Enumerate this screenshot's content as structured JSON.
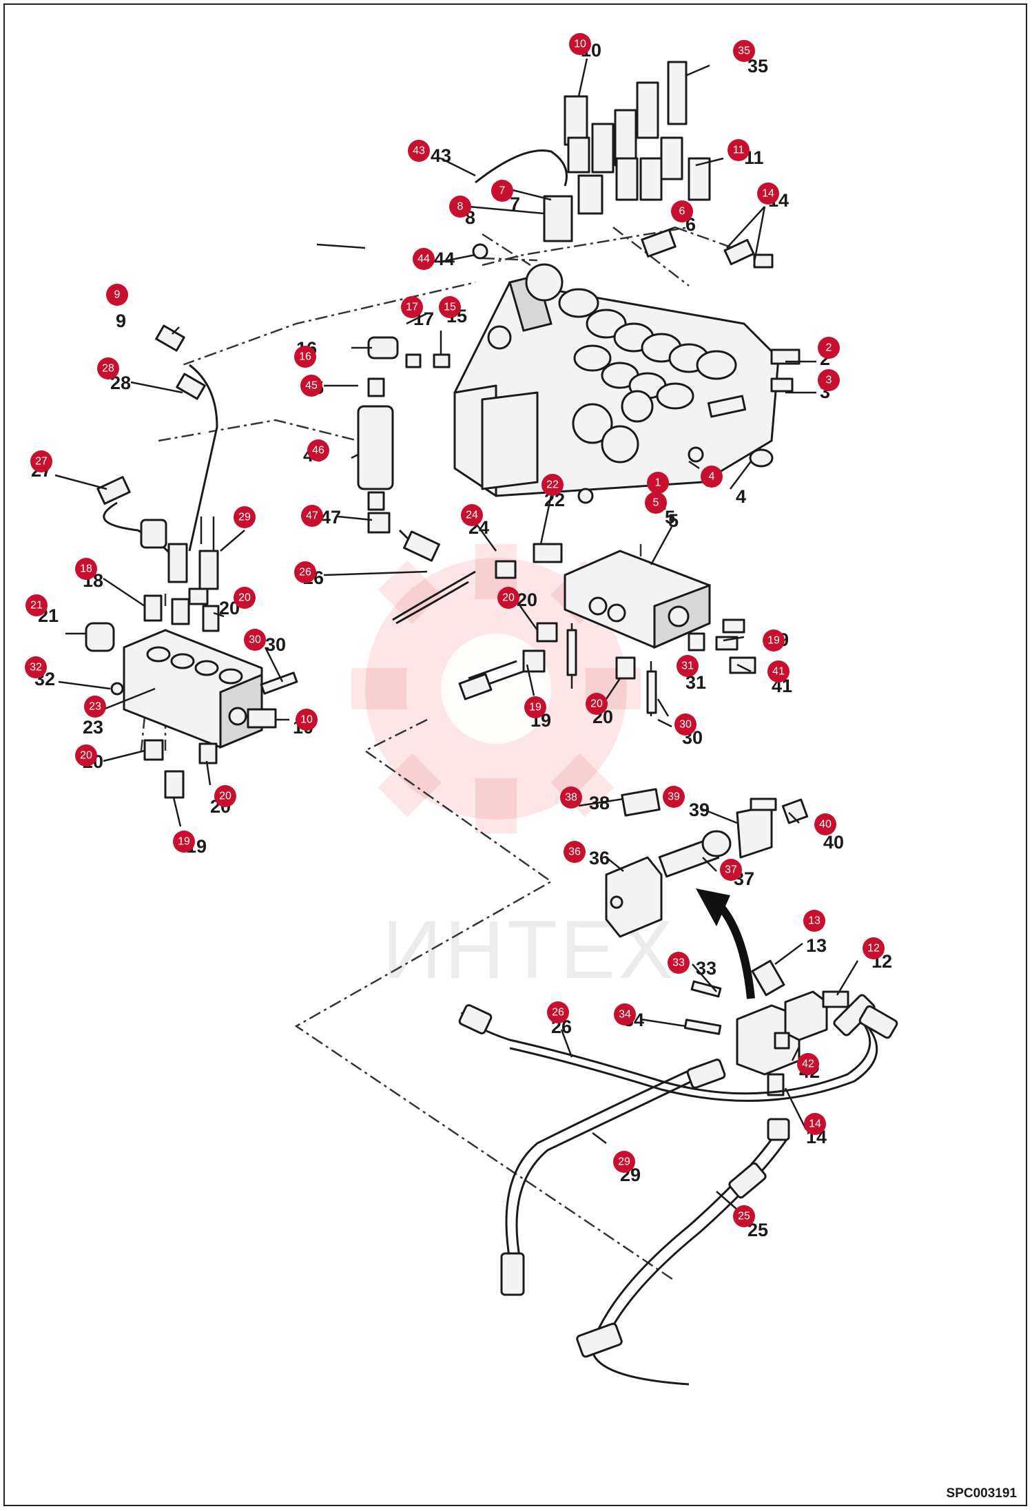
{
  "watermark": {
    "text": "ИНТЕХ",
    "color": "#e8323c"
  },
  "document_code": "SPC003191",
  "badge_color": "#c8102e",
  "callouts": [
    {
      "id": "1",
      "label": "1"
    },
    {
      "id": "2",
      "label": "2"
    },
    {
      "id": "3",
      "label": "3"
    },
    {
      "id": "4",
      "label": "4"
    },
    {
      "id": "5",
      "label": "5"
    },
    {
      "id": "6",
      "label": "6"
    },
    {
      "id": "7",
      "label": "7"
    },
    {
      "id": "8",
      "label": "8"
    },
    {
      "id": "9",
      "label": "9"
    },
    {
      "id": "10",
      "label": "10"
    },
    {
      "id": "11",
      "label": "11"
    },
    {
      "id": "12",
      "label": "12"
    },
    {
      "id": "13",
      "label": "13"
    },
    {
      "id": "14",
      "label": "14"
    },
    {
      "id": "15",
      "label": "15"
    },
    {
      "id": "16",
      "label": "16"
    },
    {
      "id": "17",
      "label": "17"
    },
    {
      "id": "18",
      "label": "18"
    },
    {
      "id": "19",
      "label": "19"
    },
    {
      "id": "20",
      "label": "20"
    },
    {
      "id": "21",
      "label": "21"
    },
    {
      "id": "22",
      "label": "22"
    },
    {
      "id": "23",
      "label": "23"
    },
    {
      "id": "24",
      "label": "24"
    },
    {
      "id": "25",
      "label": "25"
    },
    {
      "id": "26",
      "label": "26"
    },
    {
      "id": "27",
      "label": "27"
    },
    {
      "id": "28",
      "label": "28"
    },
    {
      "id": "29",
      "label": "29"
    },
    {
      "id": "30",
      "label": "30"
    },
    {
      "id": "31",
      "label": "31"
    },
    {
      "id": "32",
      "label": "32"
    },
    {
      "id": "33",
      "label": "33"
    },
    {
      "id": "34",
      "label": "34"
    },
    {
      "id": "35",
      "label": "35"
    },
    {
      "id": "36",
      "label": "36"
    },
    {
      "id": "37",
      "label": "37"
    },
    {
      "id": "38",
      "label": "38"
    },
    {
      "id": "39",
      "label": "39"
    },
    {
      "id": "40",
      "label": "40"
    },
    {
      "id": "41",
      "label": "41"
    },
    {
      "id": "42",
      "label": "42"
    },
    {
      "id": "43",
      "label": "43"
    },
    {
      "id": "44",
      "label": "44"
    },
    {
      "id": "45",
      "label": "45"
    },
    {
      "id": "46",
      "label": "46"
    },
    {
      "id": "47",
      "label": "47"
    }
  ]
}
